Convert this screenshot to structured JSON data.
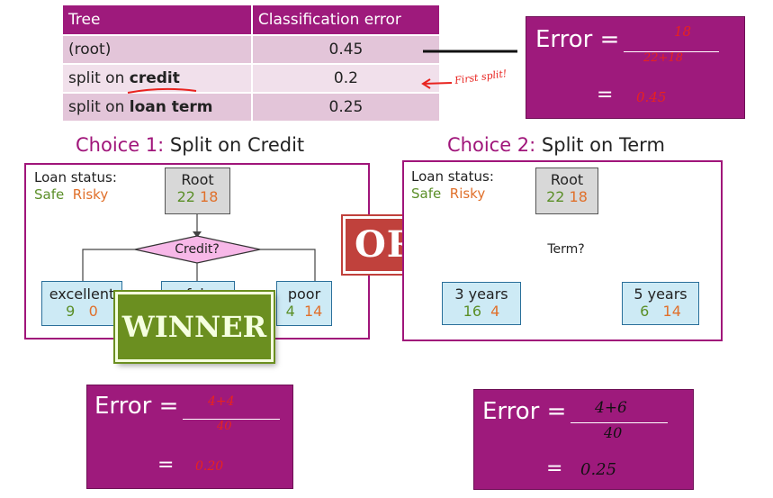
{
  "table": {
    "headers": [
      "Tree",
      "Classification error"
    ],
    "rows": [
      {
        "tree_prefix": "(root)",
        "tree_bold": "",
        "error": "0.45"
      },
      {
        "tree_prefix": "split on ",
        "tree_bold": "credit",
        "error": "0.2"
      },
      {
        "tree_prefix": "split on ",
        "tree_bold": "loan term",
        "error": "0.25"
      }
    ],
    "annotation": "First split!"
  },
  "error_top": {
    "label": "Error =",
    "numerator": "18",
    "denominator": "22+18",
    "result_eq": "=",
    "result": "0.45"
  },
  "choice1": {
    "prefix": "Choice 1:",
    "rest": "Split on ",
    "bold": "Credit"
  },
  "choice2": {
    "prefix": "Choice 2:",
    "rest": "Split on ",
    "bold": "Term"
  },
  "tree1": {
    "legend_title": "Loan status:",
    "legend_safe": "Safe",
    "legend_risky": "Risky",
    "root": {
      "label": "Root",
      "safe": "22",
      "risky": "18"
    },
    "split": "Credit?",
    "leaves": [
      {
        "label": "excellent",
        "safe": "9",
        "risky": "0"
      },
      {
        "label": "fair",
        "safe": "",
        "risky": ""
      },
      {
        "label": "poor",
        "safe": "4",
        "risky": "14"
      }
    ]
  },
  "tree2": {
    "legend_title": "Loan status:",
    "legend_safe": "Safe",
    "legend_risky": "Risky",
    "root": {
      "label": "Root",
      "safe": "22",
      "risky": "18"
    },
    "split": "Term?",
    "leaves": [
      {
        "label": "3 years",
        "safe": "16",
        "risky": "4"
      },
      {
        "label": "5 years",
        "safe": "6",
        "risky": "14"
      }
    ]
  },
  "or_badge": "OR",
  "winner_badge": "WINNER",
  "error_left": {
    "label": "Error =",
    "numerator": "4+4",
    "denominator": "40",
    "result_eq": "=",
    "result": "0.20"
  },
  "error_right": {
    "label": "Error =",
    "numerator": "4+6",
    "denominator": "40",
    "result_eq": "=",
    "result": "0.25"
  },
  "colors": {
    "magenta": "#9e1a7c",
    "safe": "#5b8f28",
    "risky": "#e0702b",
    "leaf_fill": "#cdeaf5",
    "or_red": "#c0413c",
    "winner_green": "#6b8f20",
    "handwriting_red": "#e8231f"
  }
}
